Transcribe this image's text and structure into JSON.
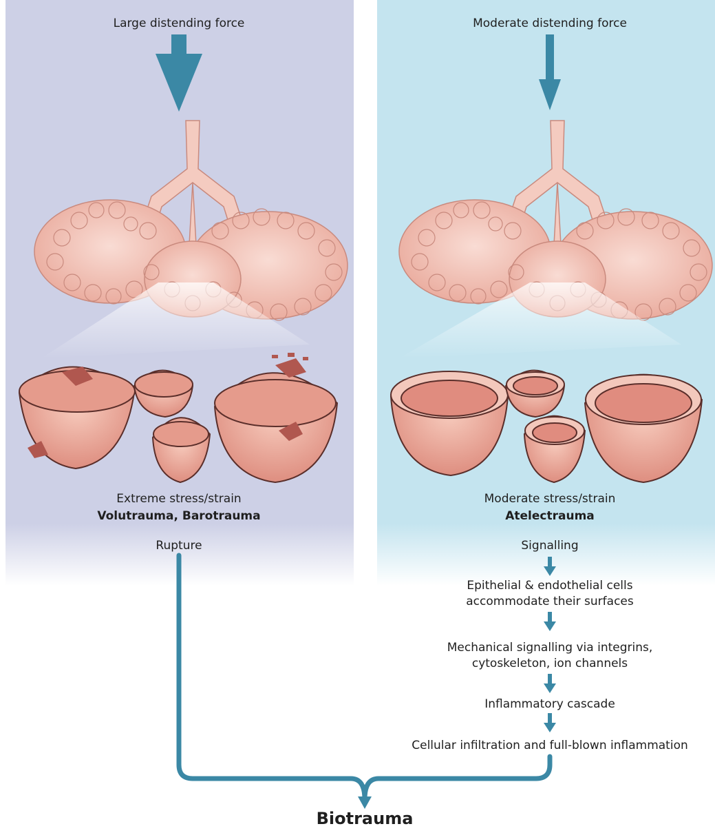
{
  "left": {
    "force_label": "Large distending force",
    "stress_label": "Extreme stress/strain",
    "trauma_label": "Volutrauma, Barotrauma",
    "mechanism_label": "Rupture"
  },
  "right": {
    "force_label": "Moderate distending force",
    "stress_label": "Moderate stress/strain",
    "trauma_label": "Atelectrauma",
    "steps": [
      "Signalling",
      "Epithelial & endothelial cells",
      "accommodate their surfaces",
      "Mechanical signalling via integrins,",
      "cytoskeleton, ion channels",
      "Inflammatory cascade",
      "Cellular infiltration and full-blown inflammation"
    ]
  },
  "outcome": "Biotrauma",
  "colors": {
    "arrow": "#3b88a5",
    "panel_left": "#cdd0e6",
    "panel_right": "#c4e4ef",
    "tissue": "#f3c2b6",
    "tissue_dark": "#e6968a"
  }
}
